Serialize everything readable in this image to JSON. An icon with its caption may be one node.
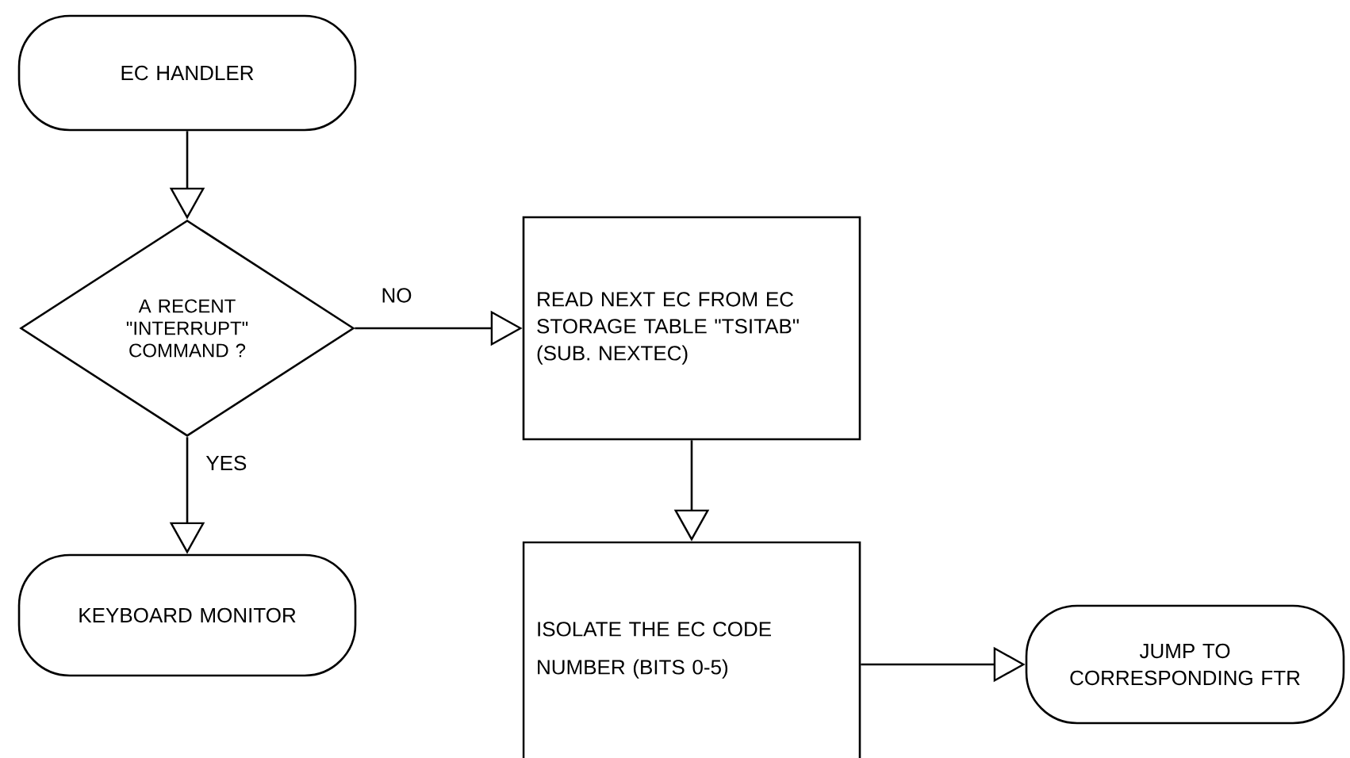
{
  "diagram": {
    "nodes": [
      {
        "text": [
          "EC HANDLER"
        ]
      },
      {
        "text": [
          "A RECENT \"INTERRUPT\" COMMAND ?"
        ]
      },
      {
        "text": [
          "READ NEXT EC FROM EC STORAGE TABLE \"TSITAB\" (SUB. NEXTEC)"
        ]
      },
      {
        "text": [
          "KEYBOARD MONITOR"
        ]
      },
      {
        "text": [
          "ISOLATE THE EC CODE NUMBER (BITS 0-5)"
        ]
      },
      {
        "text": [
          "JUMP TO CORRESPONDING FTR"
        ]
      }
    ],
    "edges": [
      {
        "from": 0,
        "to": 1,
        "arrow": "to"
      },
      {
        "from": 1,
        "to": 2,
        "arrow": "to",
        "label": "NO"
      },
      {
        "from": 1,
        "to": 3,
        "arrow": "to",
        "label": "YES"
      },
      {
        "from": 2,
        "to": 4,
        "arrow": "to"
      },
      {
        "from": 4,
        "to": 5,
        "arrow": "to"
      }
    ]
  }
}
